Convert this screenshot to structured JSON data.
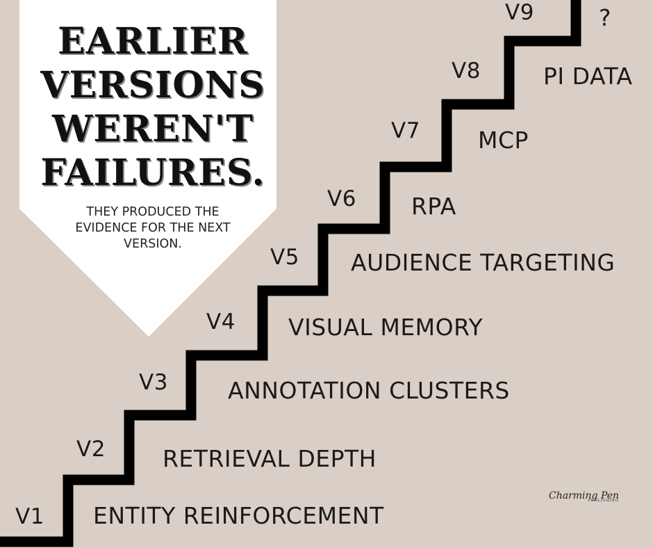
{
  "banner": {
    "headline_lines": [
      "EARLIER",
      "VERSIONS",
      "WEREN'T",
      "FAILURES."
    ],
    "subhead_lines": [
      "THEY PRODUCED THE",
      "EVIDENCE FOR THE NEXT",
      "VERSION."
    ]
  },
  "steps": [
    {
      "version": "V1",
      "label": "ENTITY REINFORCEMENT"
    },
    {
      "version": "V2",
      "label": "RETRIEVAL DEPTH"
    },
    {
      "version": "V3",
      "label": "ANNOTATION CLUSTERS"
    },
    {
      "version": "V4",
      "label": "VISUAL MEMORY"
    },
    {
      "version": "V5",
      "label": "AUDIENCE TARGETING"
    },
    {
      "version": "V6",
      "label": "RPA"
    },
    {
      "version": "V7",
      "label": "MCP"
    },
    {
      "version": "V8",
      "label": "PI DATA"
    },
    {
      "version": "V9",
      "label": "?"
    }
  ],
  "signature": {
    "name": "Charming Pen",
    "tagline": "PUBLISHING"
  },
  "colors": {
    "background": "#d9cfc6",
    "banner": "#ffffff",
    "stairs": "#000000",
    "text": "#1a1a1a"
  }
}
